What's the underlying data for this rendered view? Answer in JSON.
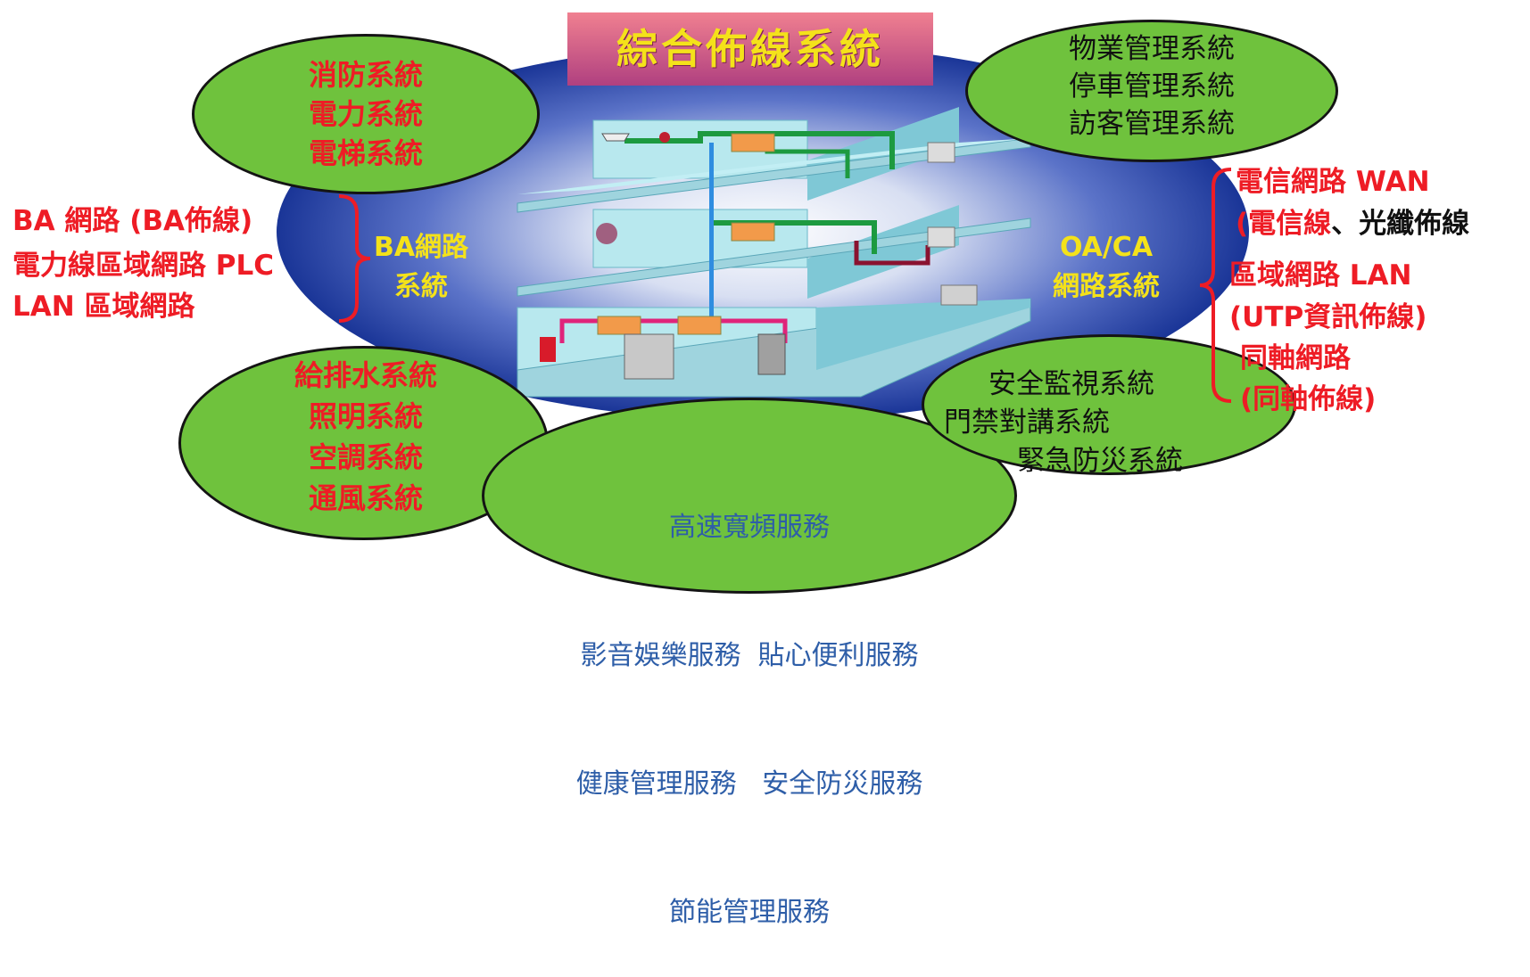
{
  "title": "綜合佈線系統",
  "top_left_ellipse": [
    "消防系統",
    "電力系統",
    "電梯系統"
  ],
  "top_right_ellipse": [
    "物業管理系統",
    "停車管理系統",
    "訪客管理系統"
  ],
  "bottom_left_ellipse": [
    "給排水系統",
    "照明系統",
    "空調系統",
    "通風系統"
  ],
  "bottom_center_ellipse": [
    "高速寬頻服務",
    "影音娛樂服務  貼心便利服務",
    "健康管理服務   安全防災服務",
    "節能管理服務"
  ],
  "bottom_right_ellipse": [
    "安全監視系統",
    "門禁對講系統",
    "緊急防災系統"
  ],
  "ba_network": {
    "label": [
      "BA網路",
      "系統"
    ],
    "items": [
      "BA 網路 (BA佈線)",
      "電力線區域網路 PLC",
      "LAN 區域網路"
    ]
  },
  "oa_network": {
    "label": [
      "OA/CA",
      "網路系統"
    ],
    "items": [
      {
        "text": "電信網路 WAN"
      },
      {
        "text_red": "(電信線",
        "text_black": "、光纖佈線"
      },
      {
        "text": "區域網路 LAN"
      },
      {
        "text": "(UTP資訊佈線)"
      },
      {
        "text": "同軸網路"
      },
      {
        "text": "(同軸佈線)"
      }
    ]
  },
  "colors": {
    "ellipse_green": "#6fc23d",
    "outer_blue": "#1a3fa3",
    "red_text": "#ee1c25",
    "yellow_text": "#f4e21a",
    "blue_text": "#2e5ea8"
  }
}
